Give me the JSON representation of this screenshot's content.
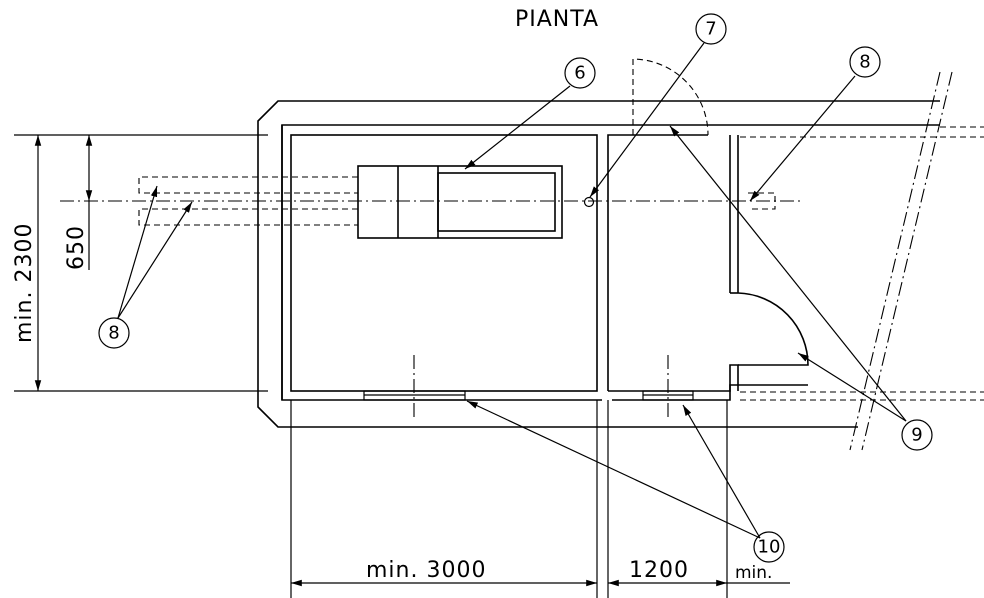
{
  "title": "PIANTA",
  "dimensions": {
    "width_total": "min. 2300",
    "width_partial": "650",
    "length_room": "min. 3000",
    "length_vestibule": "1200",
    "length_min": "min."
  },
  "callouts": {
    "c6": "6",
    "c7": "7",
    "c8_right": "8",
    "c8_left": "8",
    "c9": "9",
    "c10": "10"
  }
}
